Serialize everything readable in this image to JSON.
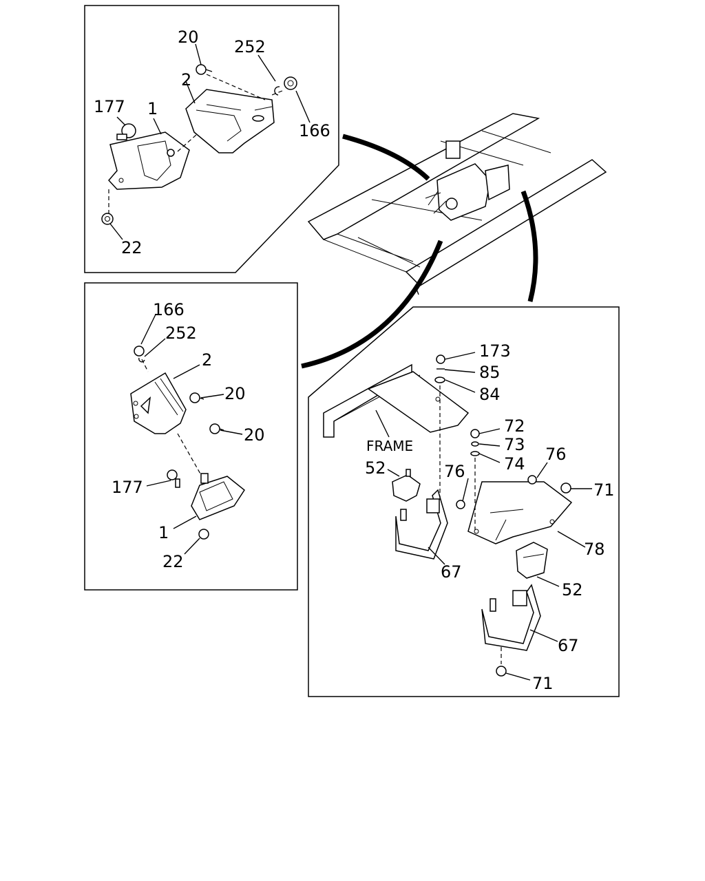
{
  "labels": {
    "tl_20": "20",
    "tl_252": "252",
    "tl_2": "2",
    "tl_177": "177",
    "tl_1": "1",
    "tl_166": "166",
    "tl_22": "22",
    "ml_166": "166",
    "ml_252": "252",
    "ml_2": "2",
    "ml_20a": "20",
    "ml_20b": "20",
    "ml_177": "177",
    "ml_1": "1",
    "ml_22": "22",
    "r_173": "173",
    "r_85": "85",
    "r_84": "84",
    "r_frame": "FRAME",
    "r_72": "72",
    "r_73": "73",
    "r_74": "74",
    "r_76a": "76",
    "r_76b": "76",
    "r_71a": "71",
    "r_52a": "52",
    "r_78": "78",
    "r_67a": "67",
    "r_52b": "52",
    "r_67b": "67",
    "r_71b": "71"
  }
}
